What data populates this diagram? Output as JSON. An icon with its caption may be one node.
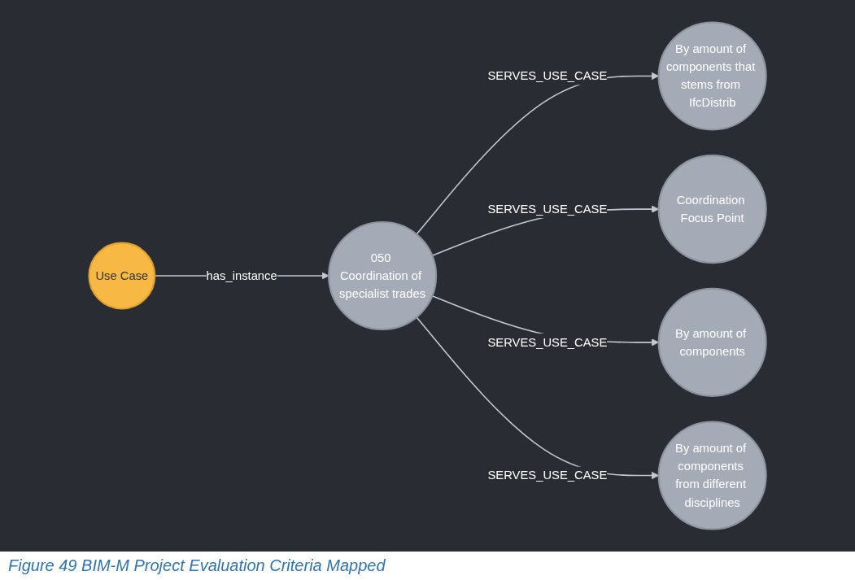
{
  "diagram": {
    "caption": "Figure 49 BIM-M Project Evaluation Criteria Mapped",
    "nodes": [
      {
        "text": [
          "Use Case"
        ]
      },
      {
        "text": [
          "050 Coordination of specialist trades"
        ]
      },
      {
        "text": [
          "By amount of components that stems from IfcDistrib"
        ]
      },
      {
        "text": [
          "Coordination Focus Point"
        ]
      },
      {
        "text": [
          "By amount of components"
        ]
      },
      {
        "text": [
          "By amount of components from different disciplines"
        ]
      }
    ],
    "edges": [
      {
        "from": 0,
        "to": 1,
        "arrow": "to",
        "label": "has_instance"
      },
      {
        "from": 1,
        "to": 2,
        "arrow": "to",
        "label": "SERVES_USE_CASE"
      },
      {
        "from": 1,
        "to": 3,
        "arrow": "to",
        "label": "SERVES_USE_CASE"
      },
      {
        "from": 1,
        "to": 4,
        "arrow": "to",
        "label": "SERVES_USE_CASE"
      },
      {
        "from": 1,
        "to": 5,
        "arrow": "to",
        "label": "SERVES_USE_CASE"
      }
    ]
  }
}
